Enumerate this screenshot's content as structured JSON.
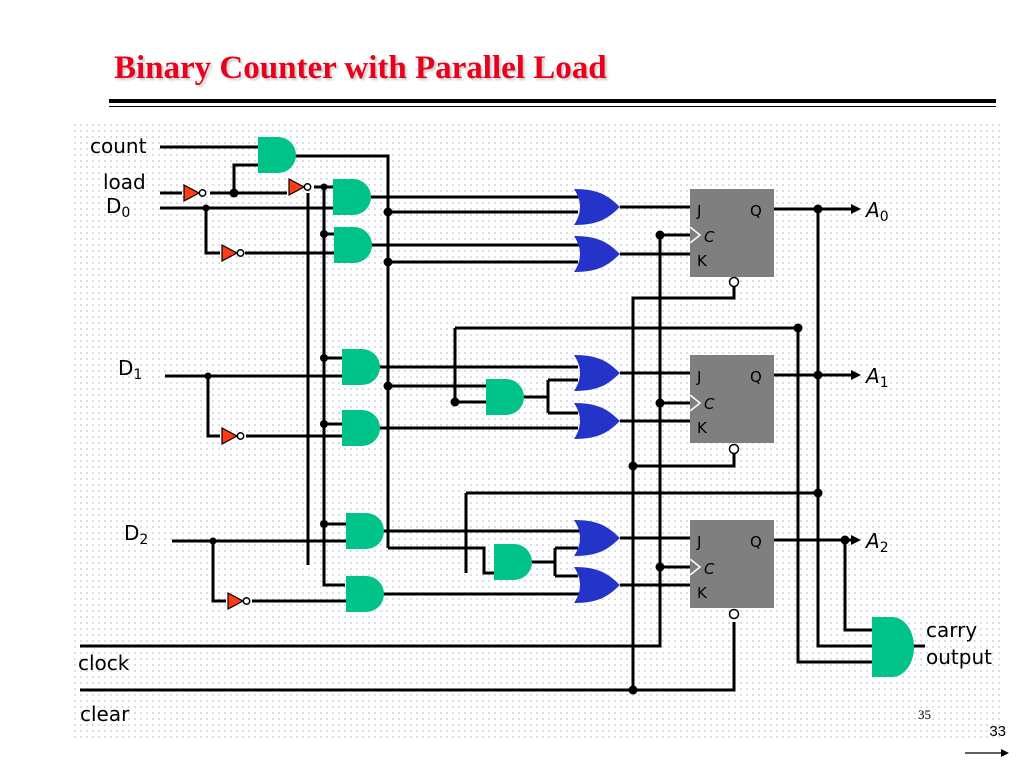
{
  "title": "Binary Counter with Parallel Load",
  "diagram": {
    "inputs": {
      "count": "count",
      "load": "load",
      "d0": "D",
      "d0_sub": "0",
      "d1": "D",
      "d1_sub": "1",
      "d2": "D",
      "d2_sub": "2",
      "clock": "clock",
      "clear": "clear"
    },
    "outputs": {
      "a0": "A",
      "a0_sub": "0",
      "a1": "A",
      "a1_sub": "1",
      "a2": "A",
      "a2_sub": "2",
      "carry_line1": "carry",
      "carry_line2": "output"
    },
    "flipflop": {
      "j": "J",
      "q": "Q",
      "c": "C",
      "k": "K"
    },
    "internal_page_number": "35",
    "colors": {
      "and_gate": "#00c389",
      "or_gate": "#2433c8",
      "inverter": "#ff3c14",
      "flipflop": "#7f7f7f",
      "title": "#e8001c"
    }
  },
  "footer": {
    "page_number": "33",
    "next_icon": "arrow-right-icon"
  }
}
